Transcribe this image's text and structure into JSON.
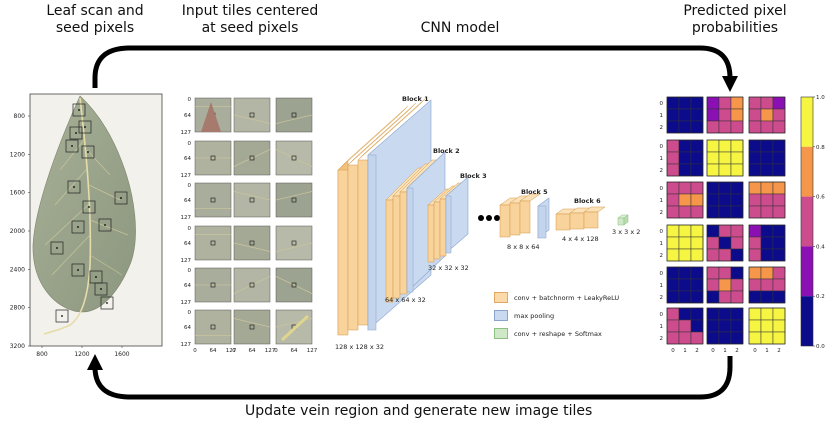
{
  "headings": {
    "leaf": "Leaf scan and\nseed pixels",
    "tiles": "Input tiles centered\nat seed pixels",
    "cnn": "CNN model",
    "pred": "Predicted pixel\nprobabilities",
    "bottom": "Update vein region and generate new image tiles"
  },
  "leaf_axes": {
    "y_ticks": [
      "800",
      "1200",
      "1600",
      "2000",
      "2400",
      "2800",
      "3200"
    ],
    "x_ticks": [
      "800",
      "1200",
      "1600"
    ]
  },
  "tile_axes": {
    "y_ticks": [
      "0",
      "64",
      "127"
    ],
    "x_ticks": [
      "0",
      "64",
      "127"
    ]
  },
  "blocks": {
    "b1": "Block 1",
    "b2": "Block 2",
    "b3": "Block 3",
    "b5": "Block 5",
    "b6": "Block 6"
  },
  "dims": {
    "d1": "128 x 128 x 32",
    "d2": "64 x 64 x 32",
    "d3": "32 x 32 x 32",
    "d5": "8 x 8 x 64",
    "d6": "4 x 4 x 128",
    "out": "3 x 3 x 2"
  },
  "legend": [
    {
      "label": "conv + batchnorm + LeakyReLU",
      "fill": "#fbd9a8",
      "stroke": "#e0a860"
    },
    {
      "label": "max pooling",
      "fill": "#c9d9ef",
      "stroke": "#8aa5cc"
    },
    {
      "label": "conv + reshape + Softmax",
      "fill": "#cfe8c8",
      "stroke": "#8cbf82"
    }
  ],
  "colors": {
    "level0": "#0b0b8c",
    "level1": "#8a10b4",
    "level2": "#cc4c8e",
    "level3": "#f5964a",
    "level4": "#f5f542",
    "arrow": "#000000"
  },
  "prob_grids": [
    [
      [
        0,
        0,
        0
      ],
      [
        0,
        0,
        0
      ],
      [
        0,
        0,
        0
      ]
    ],
    [
      [
        1,
        2,
        3
      ],
      [
        1,
        2,
        3
      ],
      [
        2,
        2,
        2
      ]
    ],
    [
      [
        2,
        2,
        1
      ],
      [
        2,
        3,
        2
      ],
      [
        2,
        2,
        2
      ]
    ],
    [
      [
        2,
        0,
        0
      ],
      [
        2,
        0,
        0
      ],
      [
        2,
        0,
        0
      ]
    ],
    [
      [
        4,
        4,
        4
      ],
      [
        4,
        4,
        4
      ],
      [
        4,
        4,
        4
      ]
    ],
    [
      [
        0,
        0,
        0
      ],
      [
        0,
        0,
        0
      ],
      [
        0,
        0,
        0
      ]
    ],
    [
      [
        2,
        2,
        2
      ],
      [
        2,
        3,
        3
      ],
      [
        2,
        2,
        2
      ]
    ],
    [
      [
        0,
        0,
        0
      ],
      [
        0,
        0,
        0
      ],
      [
        0,
        0,
        0
      ]
    ],
    [
      [
        3,
        3,
        3
      ],
      [
        2,
        2,
        2
      ],
      [
        2,
        2,
        2
      ]
    ],
    [
      [
        4,
        4,
        4
      ],
      [
        4,
        4,
        4
      ],
      [
        4,
        4,
        4
      ]
    ],
    [
      [
        0,
        2,
        2
      ],
      [
        2,
        0,
        2
      ],
      [
        2,
        2,
        0
      ]
    ],
    [
      [
        1,
        0,
        0
      ],
      [
        2,
        0,
        0
      ],
      [
        2,
        0,
        0
      ]
    ],
    [
      [
        0,
        0,
        0
      ],
      [
        0,
        0,
        0
      ],
      [
        0,
        0,
        0
      ]
    ],
    [
      [
        2,
        2,
        0
      ],
      [
        2,
        3,
        2
      ],
      [
        0,
        2,
        2
      ]
    ],
    [
      [
        3,
        3,
        2
      ],
      [
        2,
        2,
        2
      ],
      [
        0,
        0,
        0
      ]
    ],
    [
      [
        2,
        0,
        0
      ],
      [
        2,
        2,
        0
      ],
      [
        2,
        2,
        2
      ]
    ],
    [
      [
        0,
        0,
        0
      ],
      [
        0,
        0,
        0
      ],
      [
        0,
        0,
        0
      ]
    ],
    [
      [
        4,
        4,
        4
      ],
      [
        4,
        4,
        4
      ],
      [
        4,
        4,
        4
      ]
    ]
  ],
  "pred_axes": {
    "row_ticks": [
      "0",
      "1",
      "2"
    ],
    "col_ticks": [
      "0",
      "1",
      "2"
    ]
  },
  "colorbar": {
    "ticks": [
      "1.0",
      "0.8",
      "0.6",
      "0.4",
      "0.2",
      "0.0"
    ]
  },
  "icons": {
    "top_arrow": "curved-arrow-right-icon",
    "bottom_arrow": "curved-arrow-left-icon",
    "ellipsis": "ellipsis-dots-icon"
  }
}
